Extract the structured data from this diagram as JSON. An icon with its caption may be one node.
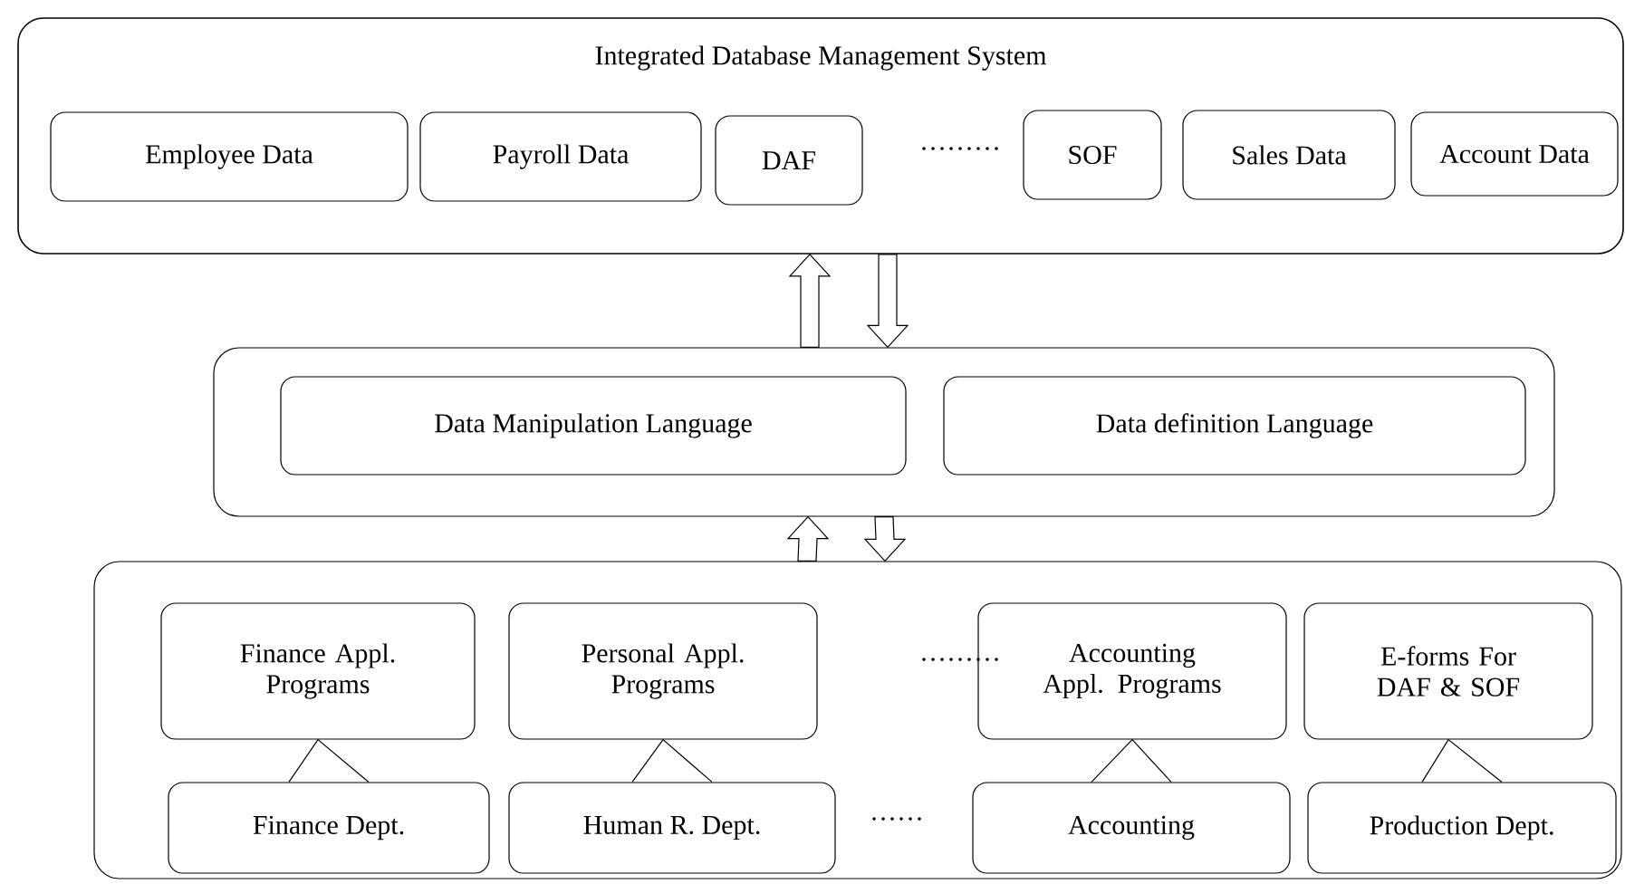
{
  "diagram": {
    "nodes": [
      {
        "text": [
          "Integrated Database Management System"
        ]
      },
      {
        "text": [
          "Employee Data"
        ],
        "in": 0
      },
      {
        "text": [
          "Payroll Data"
        ],
        "in": 0
      },
      {
        "text": [
          "DAF"
        ],
        "in": 0
      },
      {
        "text": [
          "SOF"
        ],
        "in": 0
      },
      {
        "text": [
          "Sales Data"
        ],
        "in": 0
      },
      {
        "text": [
          "Account Data"
        ],
        "in": 0
      },
      {
        "text": [],
        "shape": "box"
      },
      {
        "text": [
          "Data Manipulation Language"
        ],
        "in": 7
      },
      {
        "text": [
          "Data definition Language"
        ],
        "in": 7
      },
      {
        "text": [],
        "shape": "box"
      },
      {
        "text": [
          "Finance Appl. Programs"
        ],
        "in": 10
      },
      {
        "text": [
          "Personal Appl. Programs"
        ],
        "in": 10
      },
      {
        "text": [
          "Accounting Appl. Programs"
        ],
        "in": 10
      },
      {
        "text": [
          "E-forms For DAF & SOF"
        ],
        "in": 10
      },
      {
        "text": [
          "Finance Dept."
        ],
        "in": 10
      },
      {
        "text": [
          "Human R. Dept."
        ],
        "in": 10
      },
      {
        "text": [
          "Accounting"
        ],
        "in": 10
      },
      {
        "text": [
          "Production Dept."
        ],
        "in": 10
      }
    ],
    "edges": [
      {
        "from": 7,
        "to": 0,
        "arrow": "to"
      },
      {
        "from": 0,
        "to": 7,
        "arrow": "to"
      },
      {
        "from": 10,
        "to": 7,
        "arrow": "to"
      },
      {
        "from": 7,
        "to": 10,
        "arrow": "to"
      },
      {
        "from": 15,
        "to": 11,
        "arrow": "none"
      },
      {
        "from": 16,
        "to": 12,
        "arrow": "none"
      },
      {
        "from": 17,
        "to": 13,
        "arrow": "none"
      },
      {
        "from": 18,
        "to": 14,
        "arrow": "none"
      }
    ],
    "labels": [
      "·········",
      "·········",
      "······"
    ]
  }
}
